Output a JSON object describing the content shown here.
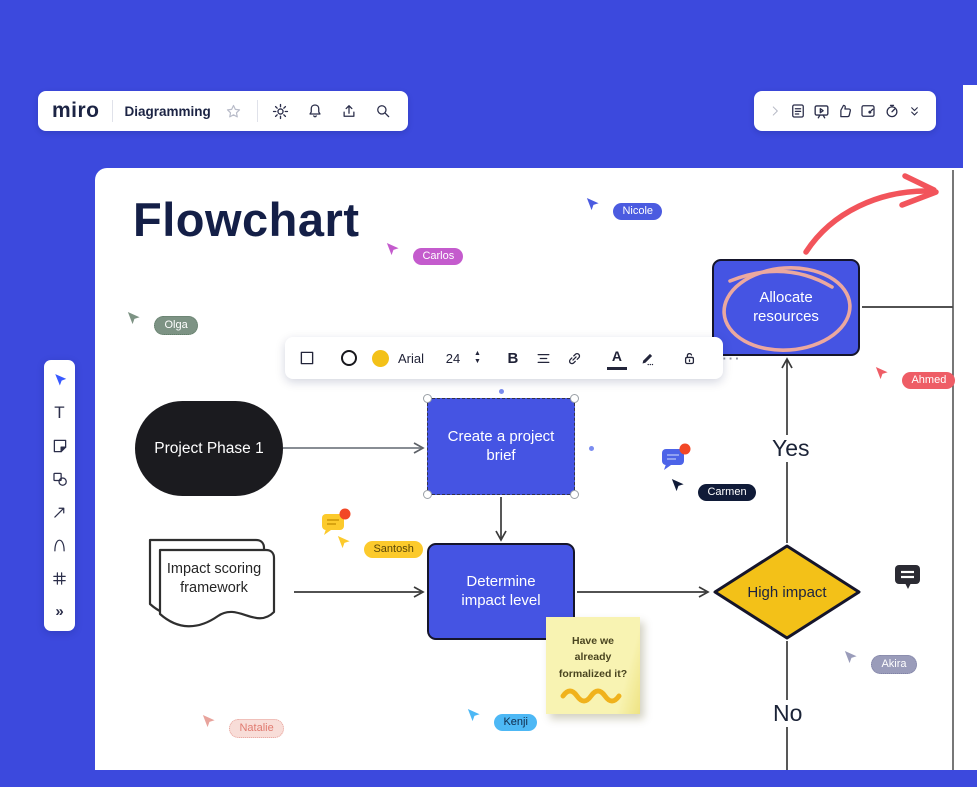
{
  "header": {
    "brand": "miro",
    "board_name": "Diagramming"
  },
  "format_toolbar": {
    "font_family": "Arial",
    "font_size": "24",
    "bold_label": "B",
    "text_color_label": "A",
    "more_label": "···"
  },
  "left_palette": {
    "text_tool_label": "T",
    "more_label": "»"
  },
  "board": {
    "title": "Flowchart",
    "nodes": {
      "start": {
        "label": "Project Phase 1"
      },
      "brief": {
        "label": "Create a project brief"
      },
      "framework": {
        "label": "Impact scoring framework"
      },
      "determine": {
        "label": "Determine impact level"
      },
      "decision": {
        "label": "High impact"
      },
      "allocate": {
        "label": "Allocate resources"
      },
      "sticky": {
        "text": "Have we already formalized it?"
      }
    },
    "edge_labels": {
      "yes": "Yes",
      "no": "No"
    }
  },
  "collaborators": [
    {
      "name": "Nicole",
      "color": "#4b5be0"
    },
    {
      "name": "Carlos",
      "color": "#c45bcd"
    },
    {
      "name": "Olga",
      "color": "#7d9384"
    },
    {
      "name": "Ahmed",
      "color": "#ee5d66"
    },
    {
      "name": "Carmen",
      "color": "#101b38"
    },
    {
      "name": "Santosh",
      "color": "#fcca2c"
    },
    {
      "name": "Akira",
      "color": "#9a9cba"
    },
    {
      "name": "Natalie",
      "color": "#f8ddd8"
    },
    {
      "name": "Kenji",
      "color": "#4db8f5"
    }
  ],
  "colors": {
    "background_blue": "#3c49dd",
    "node_blue": "#4554e3",
    "decision_yellow": "#f3c118",
    "sticky_yellow": "#f8f3b2",
    "annotation_red": "#f2545b",
    "scribble_pink": "#eba89f",
    "title_navy": "#141f47"
  }
}
